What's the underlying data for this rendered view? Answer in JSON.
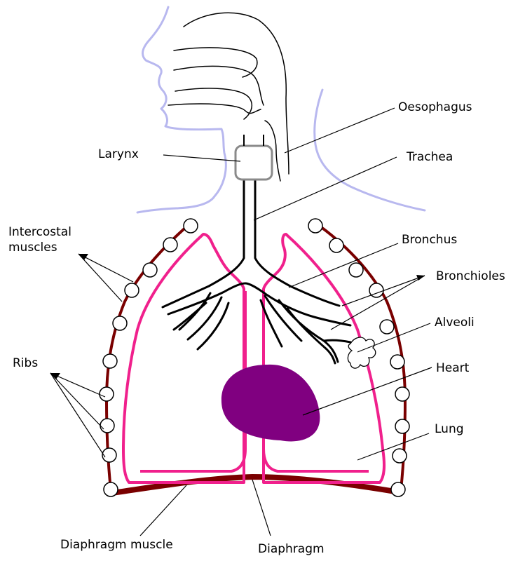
{
  "labels": {
    "oesophagus": "Oesophagus",
    "larynx": "Larynx",
    "trachea": "Trachea",
    "intercostal_line1": "Intercostal",
    "intercostal_line2": "muscles",
    "bronchus": "Bronchus",
    "bronchioles": "Bronchioles",
    "alveoli": "Alveoli",
    "ribs": "Ribs",
    "heart": "Heart",
    "lung": "Lung",
    "diaphragm_muscle": "Diaphragm muscle",
    "diaphragm": "Diaphragm"
  },
  "colors": {
    "face_outline": "#b8b8ef",
    "lung_outline": "#f0208c",
    "rib_cage": "#7a0000",
    "heart": "#800080",
    "airway": "#000000",
    "larynx": "#8a8a8a",
    "label_lines": "#000000",
    "background": "#ffffff"
  }
}
